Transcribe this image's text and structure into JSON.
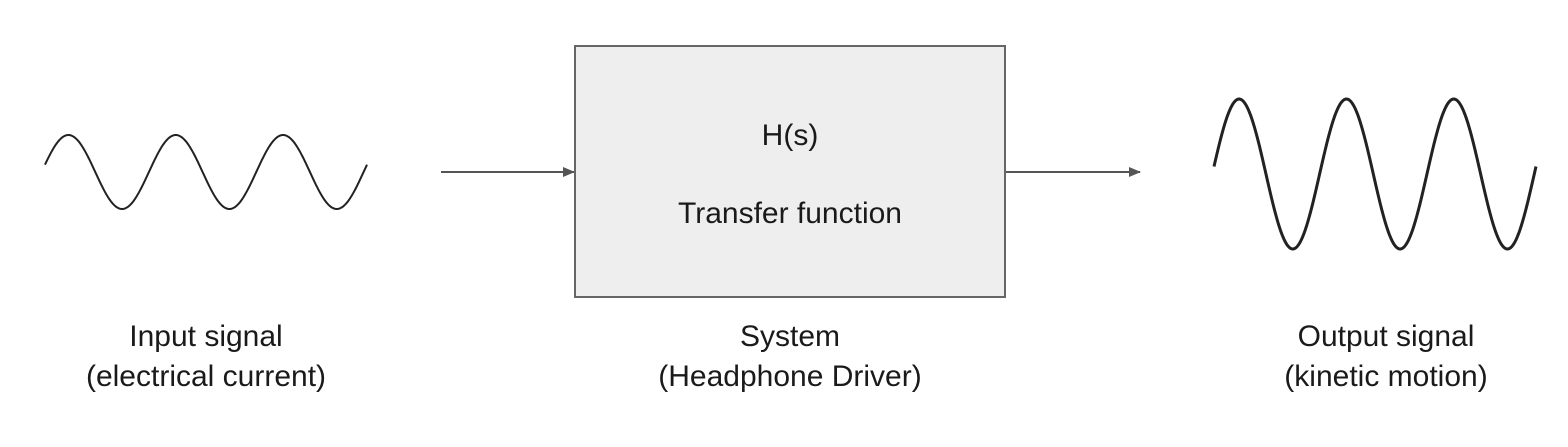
{
  "input": {
    "label_line1": "Input signal",
    "label_line2": "(electrical current)",
    "wave": {
      "cycles": 3,
      "relative_amplitude": 1.0
    }
  },
  "system": {
    "symbol": "H(s)",
    "name": "Transfer function",
    "label_line1": "System",
    "label_line2": "(Headphone Driver)",
    "fill_color": "#eeeeee",
    "border_color": "#666666"
  },
  "output": {
    "label_line1": "Output signal",
    "label_line2": "(kinetic motion)",
    "wave": {
      "cycles": 3,
      "relative_amplitude": 1.0
    }
  },
  "colors": {
    "wave": "#222222",
    "arrow": "#555555",
    "text": "#1a1a1a"
  },
  "icons": [
    "input-sine-wave",
    "output-sine-wave",
    "arrow-right-icon"
  ]
}
